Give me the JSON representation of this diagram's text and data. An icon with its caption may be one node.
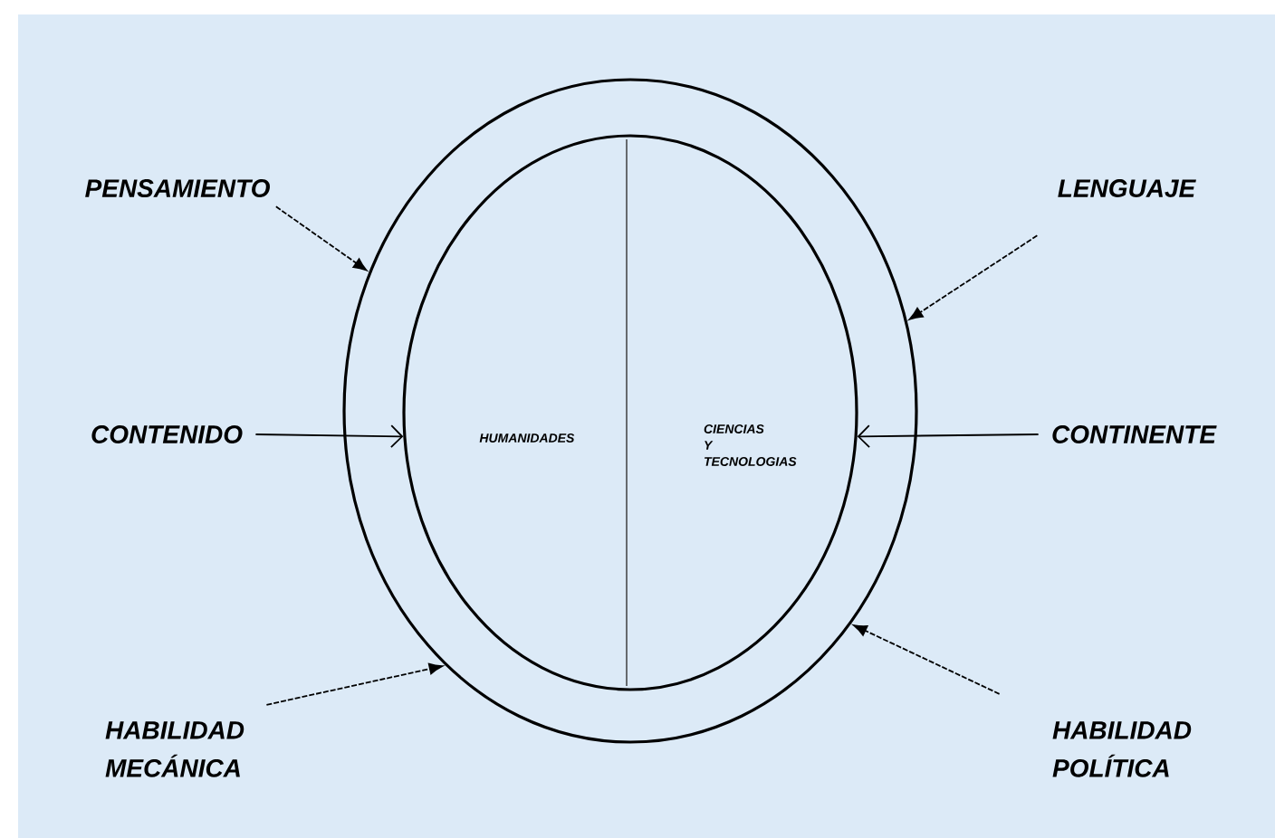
{
  "diagram": {
    "nodes": [
      {
        "text": [],
        "shape": "ellipse"
      },
      {
        "text": [
          "HUMANIDADES",
          "CIENCIAS Y TECNOLOGIAS"
        ],
        "in": 0
      },
      {
        "text": [
          "PENSAMIENTO"
        ]
      },
      {
        "text": [
          "LENGUAJE"
        ]
      },
      {
        "text": [
          "CONTENIDO"
        ]
      },
      {
        "text": [
          "CONTINENTE"
        ]
      },
      {
        "text": [
          "HABILIDAD MECÁNICA"
        ]
      },
      {
        "text": [
          "HABILIDAD POLÍTICA"
        ]
      }
    ],
    "edges": [
      {
        "from": 2,
        "to": 0,
        "arrow": "to",
        "style": "dashed"
      },
      {
        "from": 3,
        "to": 0,
        "arrow": "to",
        "style": "dashed"
      },
      {
        "from": 4,
        "to": 1,
        "arrow": "to"
      },
      {
        "from": 5,
        "to": 1,
        "arrow": "to"
      },
      {
        "from": 6,
        "to": 0,
        "arrow": "to",
        "style": "dashed"
      },
      {
        "from": 7,
        "to": 0,
        "arrow": "to",
        "style": "dashed"
      }
    ]
  }
}
